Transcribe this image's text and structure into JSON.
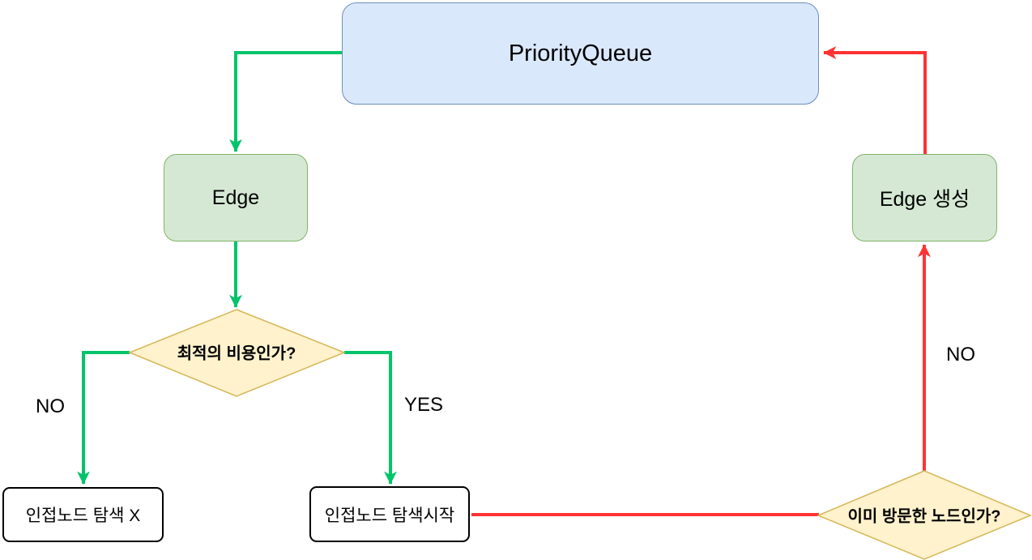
{
  "diagram": {
    "nodes": {
      "priority_queue": {
        "label": "PriorityQueue",
        "fill": "#dae8fc",
        "stroke": "#6c8ebf"
      },
      "edge": {
        "label": "Edge",
        "fill": "#d5e8d4",
        "stroke": "#82b366"
      },
      "optimal_cost_decision": {
        "label": "최적의 비용인가?",
        "fill": "#fff2cc",
        "stroke": "#d6b656"
      },
      "adjacent_no_search": {
        "label": "인접노드 탐색 X",
        "fill": "#ffffff",
        "stroke": "#000000"
      },
      "adjacent_search_start": {
        "label": "인접노드 탐색시작",
        "fill": "#ffffff",
        "stroke": "#000000"
      },
      "visited_decision": {
        "label": "이미 방문한 노드인가?",
        "fill": "#fff2cc",
        "stroke": "#d6b656"
      },
      "edge_create": {
        "label": "Edge 생성",
        "fill": "#d5e8d4",
        "stroke": "#82b366"
      }
    },
    "edge_labels": {
      "optimal_no": "NO",
      "optimal_yes": "YES",
      "visited_no": "NO"
    },
    "colors": {
      "green_connector": "#00c46a",
      "red_connector": "#ff3333"
    }
  }
}
